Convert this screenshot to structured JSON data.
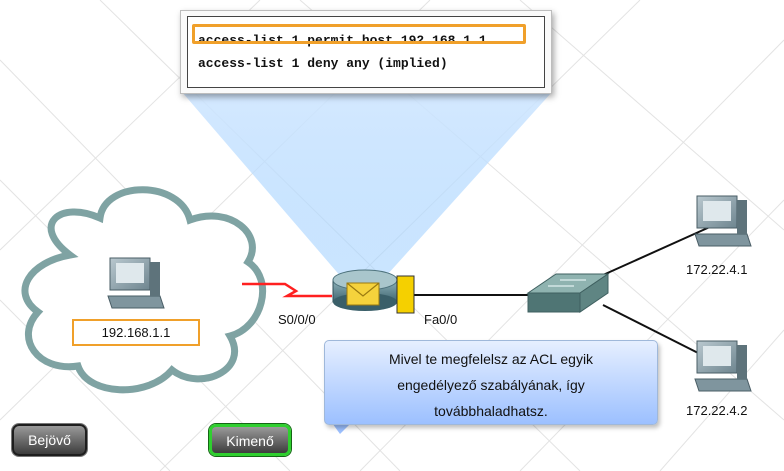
{
  "acl": {
    "line1": "access-list 1 permit host 192.168.1.1",
    "line2": "access-list 1 deny any (implied)"
  },
  "source": {
    "ip": "192.168.1.1"
  },
  "router": {
    "serial_if": "S0/0/0",
    "fast_if": "Fa0/0"
  },
  "hosts": [
    {
      "ip": "172.22.4.1"
    },
    {
      "ip": "172.22.4.2"
    }
  ],
  "callout": {
    "line1": "Mivel te megfelelsz az ACL egyik",
    "line2": "engedélyező szabályának, így",
    "line3": "továbbhaladhatsz."
  },
  "buttons": {
    "inbound": "Bejövő",
    "outbound": "Kimenő"
  },
  "colors": {
    "highlight": "#f0a02a",
    "serial_link": "#ff2020",
    "active_button": "#2fcf2f",
    "callout": "#9cc0ff",
    "cloud": "#7fa3a3",
    "envelope": "#f5d23c",
    "port_marker": "#f5d000"
  }
}
